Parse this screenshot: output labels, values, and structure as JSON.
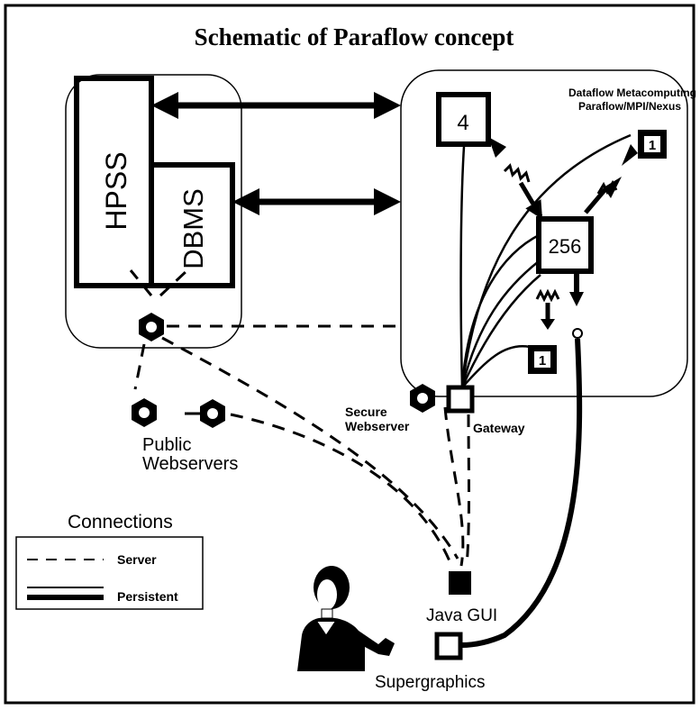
{
  "title": "Schematic of Paraflow concept",
  "storage": {
    "hpss_label": "HPSS",
    "dbms_label": "DBMS"
  },
  "compute": {
    "header_line1": "Dataflow Metacomputing",
    "header_line2": "Paraflow/MPI/Nexus",
    "node_4": "4",
    "node_256": "256",
    "node_1_top": "1",
    "node_1_bottom": "1",
    "secure_webserver_line1": "Secure",
    "secure_webserver_line2": "Webserver",
    "gateway_label": "Gateway"
  },
  "public_webservers": {
    "line1": "Public",
    "line2": "Webservers"
  },
  "legend": {
    "title": "Connections",
    "server_label": "Server",
    "persistent_label": "Persistent"
  },
  "clients": {
    "java_gui_label": "Java GUI",
    "supergraphics_label": "Supergraphics"
  },
  "colors": {
    "ink": "#000000",
    "paper": "#ffffff"
  },
  "icons": {
    "server": "hexagon-nut-icon",
    "user": "person-at-computer-icon",
    "activity": "zigzag-arrow-icon"
  }
}
